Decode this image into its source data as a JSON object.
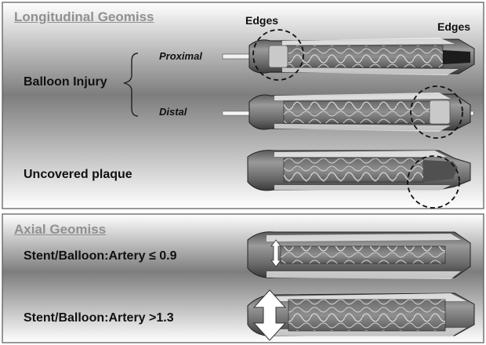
{
  "panels": {
    "longitudinal": {
      "title": "Longitudinal Geomiss",
      "edges_left": "Edges",
      "edges_right": "Edges",
      "balloon_injury": "Balloon Injury",
      "proximal": "Proximal",
      "distal": "Distal",
      "uncovered_plaque": "Uncovered plaque"
    },
    "axial": {
      "title": "Axial Geomiss",
      "undersized": "Stent/Balloon:Artery ≤ 0.9",
      "oversized": "Stent/Balloon:Artery >1.3"
    }
  },
  "colors": {
    "artery_outer": "#2a2a2a",
    "artery_light": "#8f8f8f",
    "stent_body": "#7a7a7a",
    "stent_strut": "#d8d8d8",
    "balloon": "#c9c9c9",
    "panel_border": "#555555"
  }
}
